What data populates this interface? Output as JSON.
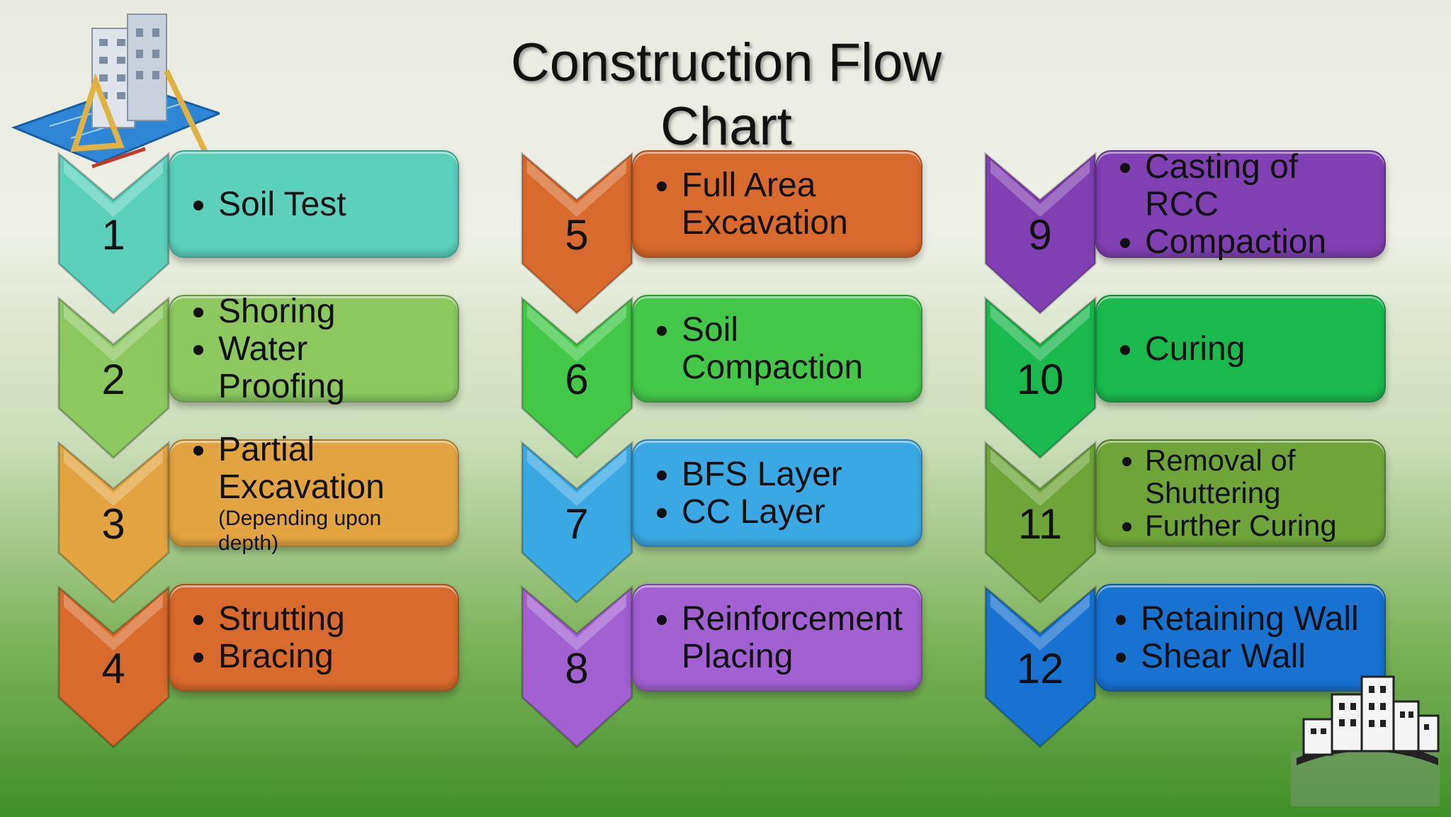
{
  "title": "Construction Flow Chart",
  "steps": [
    {
      "number": "1",
      "items": [
        "Soil Test"
      ],
      "color": "#5bd0bb"
    },
    {
      "number": "2",
      "items": [
        "Shoring",
        "Water Proofing"
      ],
      "color": "#8cc760"
    },
    {
      "number": "3",
      "items": [
        "Partial Excavation"
      ],
      "note": "(Depending upon depth)",
      "color": "#e2a440"
    },
    {
      "number": "4",
      "items": [
        "Strutting",
        "Bracing"
      ],
      "color": "#d96a2e"
    },
    {
      "number": "5",
      "items": [
        "Full Area Excavation"
      ],
      "color": "#d96a2e"
    },
    {
      "number": "6",
      "items": [
        "Soil Compaction"
      ],
      "color": "#43c84a"
    },
    {
      "number": "7",
      "items": [
        "BFS Layer",
        "CC Layer"
      ],
      "color": "#3aa8e2"
    },
    {
      "number": "8",
      "items": [
        "Reinforcement Placing"
      ],
      "color": "#a260d0"
    },
    {
      "number": "9",
      "items": [
        "Casting of RCC",
        "Compaction"
      ],
      "color": "#8140b2"
    },
    {
      "number": "10",
      "items": [
        "Curing"
      ],
      "color": "#1bb84e"
    },
    {
      "number": "11",
      "items": [
        "Removal of Shuttering",
        "Further Curing"
      ],
      "color": "#6fa43a"
    },
    {
      "number": "12",
      "items": [
        "Retaining Wall",
        "Shear Wall"
      ],
      "color": "#1872d2"
    }
  ],
  "icons": {
    "top_left": "building-blueprint-icon",
    "bottom_right": "city-skyline-icon"
  }
}
